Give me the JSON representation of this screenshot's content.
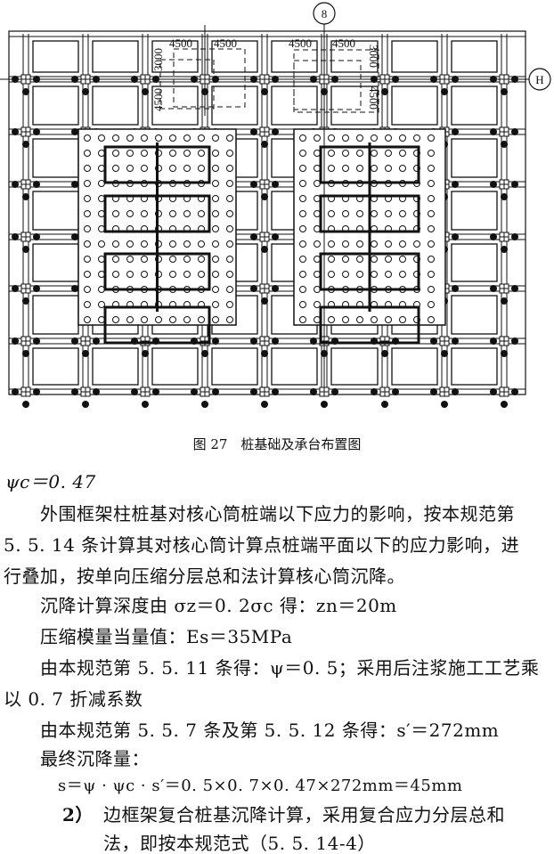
{
  "figure": {
    "axis_label_column": "8",
    "axis_label_row": "H",
    "dimensions": [
      "4500",
      "4500",
      "3000",
      "4500",
      "4500",
      "4500",
      "3000",
      "4500"
    ],
    "caption": "图 27　桩基础及承台布置图"
  },
  "text": {
    "line1": "ψc＝0. 47",
    "line2": "外围框架柱桩基对核心筒桩端以下应力的影响，按本规范第",
    "line3": "5. 5. 14 条计算其对核心筒计算点桩端平面以下的应力影响，进",
    "line4": "行叠加，按单向压缩分层总和法计算核心筒沉降。",
    "line5": "沉降计算深度由 σz＝0. 2σc 得：zn＝20m",
    "line6": "压缩模量当量值：Es＝35MPa",
    "line7": "由本规范第 5. 5. 11 条得：ψ＝0. 5；采用后注浆施工工艺乘",
    "line8": "以 0. 7 折减系数",
    "line9": "由本规范第 5. 5. 7 条及第 5. 5. 12 条得：s′＝272mm",
    "line10": "最终沉降量：",
    "line11": "s＝ψ · ψc · s′＝0. 5×0. 7×0. 47×272mm＝45mm",
    "item_number": "2）",
    "line12": "边框架复合桩基沉降计算，采用复合应力分层总和",
    "line13": "法，即按本规范式（5. 5. 14-4）"
  }
}
